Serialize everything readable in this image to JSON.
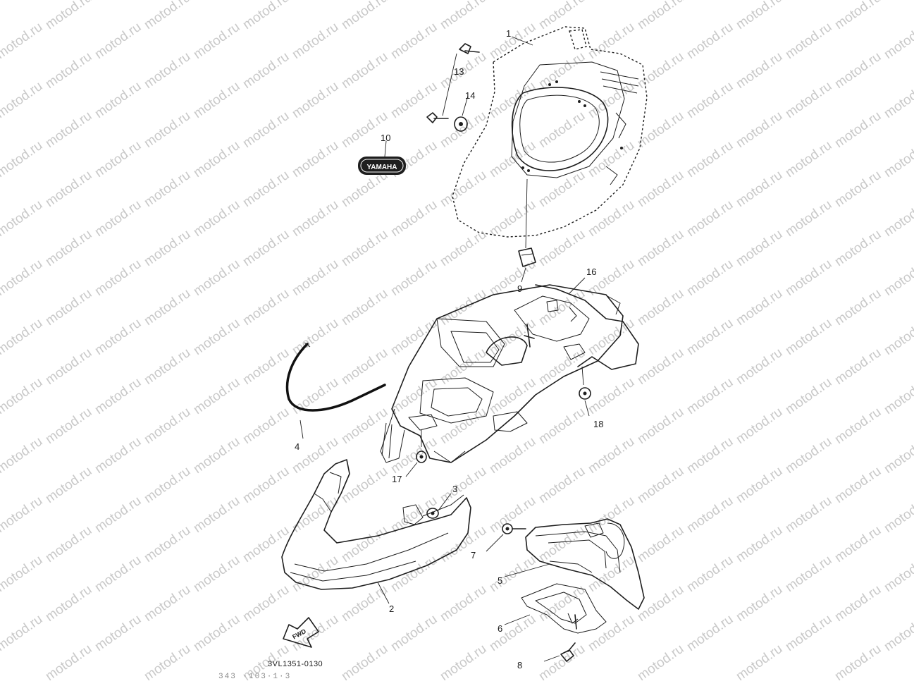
{
  "watermark": {
    "text": "motod.ru"
  },
  "emblem": {
    "text": "YAMAHA"
  },
  "fwd_arrow": {
    "text": "FWD"
  },
  "diagram_code": "3VL1351-0130",
  "footer_faint": "343 ·103·1·3",
  "callouts": [
    {
      "id": "1",
      "label": "1"
    },
    {
      "id": "2",
      "label": "2"
    },
    {
      "id": "3",
      "label": "3"
    },
    {
      "id": "4",
      "label": "4"
    },
    {
      "id": "5",
      "label": "5"
    },
    {
      "id": "6",
      "label": "6"
    },
    {
      "id": "7",
      "label": "7"
    },
    {
      "id": "8",
      "label": "8"
    },
    {
      "id": "9",
      "label": "9"
    },
    {
      "id": "10",
      "label": "10"
    },
    {
      "id": "13",
      "label": "13"
    },
    {
      "id": "14",
      "label": "14"
    },
    {
      "id": "16",
      "label": "16"
    },
    {
      "id": "17",
      "label": "17"
    },
    {
      "id": "18",
      "label": "18"
    }
  ]
}
